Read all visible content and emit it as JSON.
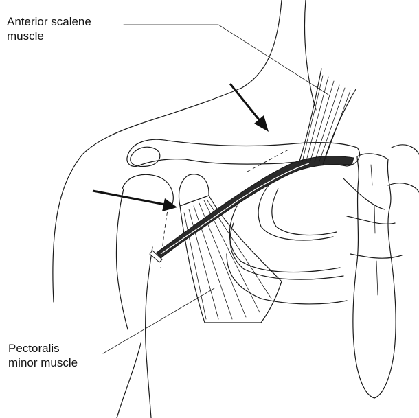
{
  "labels": {
    "anterior_scalene": [
      "Anterior scalene",
      "muscle"
    ],
    "pectoralis_minor": [
      "Pectoralis",
      "minor muscle"
    ]
  },
  "colors": {
    "ink": "#1a1a1a",
    "background": "#ffffff",
    "vessel_fill": "#2a2a2a"
  }
}
